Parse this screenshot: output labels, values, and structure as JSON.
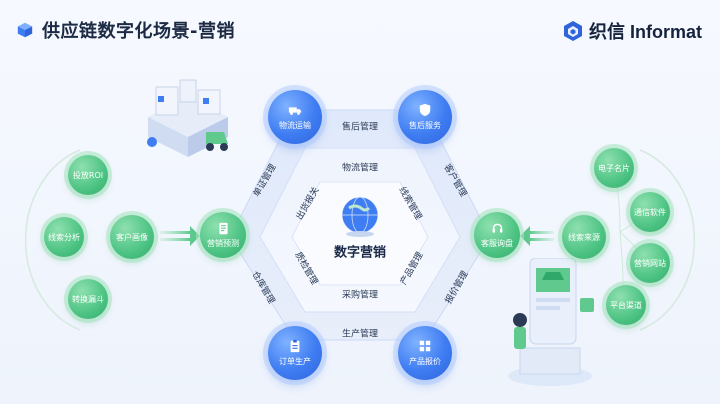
{
  "header": {
    "title": "供应链数字化场景-营销",
    "logo_text": "织信 Informat"
  },
  "center": {
    "label": "数字营销"
  },
  "outer_nodes": {
    "logistics": "物流运输",
    "after_sales_service": "售后服务",
    "marketing_forecast": "营销预测",
    "service_inquiry": "客服询盘",
    "order_production": "订单生产",
    "product_quote": "产品报价"
  },
  "outer_edges": {
    "after_sales_mgmt": "售后管理",
    "voucher_mgmt": "单证管理",
    "customer_mgmt": "客户管理",
    "warehouse_mgmt": "仓库管理",
    "quote_mgmt": "报价管理",
    "production_mgmt": "生产管理"
  },
  "inner_edges": {
    "logistics_mgmt": "物流管理",
    "customs": "出货报关",
    "leads_mgmt": "线索管理",
    "quality_mgmt": "质检管理",
    "product_mgmt": "产品管理",
    "purchase_mgmt": "采购管理"
  },
  "left_nodes": {
    "ad_roi": "投放ROI",
    "lead_analysis": "线索分析",
    "conversion_funnel": "转换漏斗",
    "customer_profile": "客户画像"
  },
  "right_nodes": {
    "lead_source": "线索来源",
    "e_card": "电子名片",
    "comm_software": "通信软件",
    "marketing_site": "营销网站",
    "platform_channel": "平台渠道"
  },
  "colors": {
    "blue": "#3f7df2",
    "green": "#4cc383",
    "accent": "#2f64db"
  }
}
